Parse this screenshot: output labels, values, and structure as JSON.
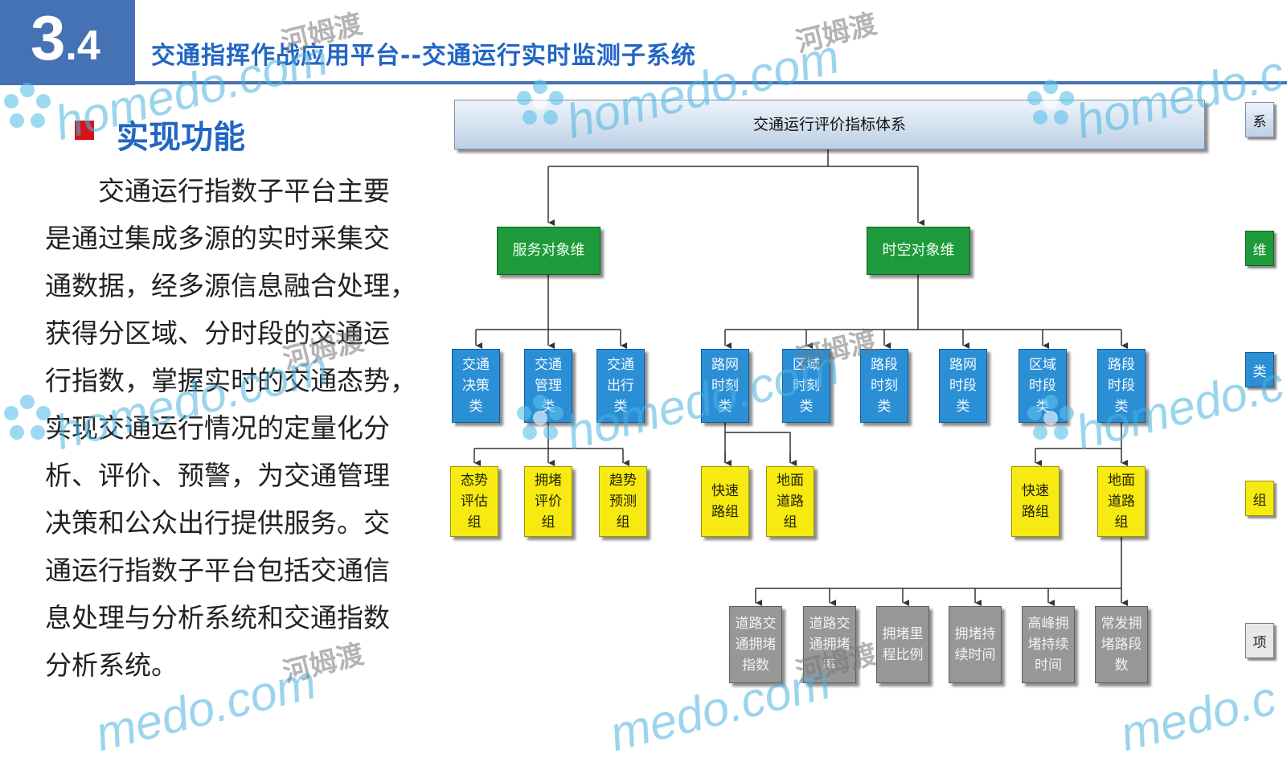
{
  "header": {
    "section_number_major": "3",
    "section_number_minor": ".4",
    "title": "交通指挥作战应用平台--交通运行实时监测子系统"
  },
  "section": {
    "title": "实现功能"
  },
  "body_lines": [
    "　　交通运行指数子平台主要",
    "是通过集成多源的实时采集交",
    "通数据，经多源信息融合处理，",
    "获得分区域、分时段的交通运",
    "行指数，掌握实时的交通态势，",
    "实现交通运行情况的定量化分",
    "析、评价、预警，为交通管理",
    "决策和公众出行提供服务。交",
    "通运行指数子平台包括交通信",
    "息处理与分析系统和交通指数",
    "分析系统。"
  ],
  "diagram": {
    "root": "交通运行评价指标体系",
    "dimensions": {
      "service": "服务对象维",
      "spacetime": "时空对象维"
    },
    "categories": {
      "decision": [
        "交通",
        "决策",
        "类"
      ],
      "management": [
        "交通",
        "管理",
        "类"
      ],
      "travel": [
        "交通",
        "出行",
        "类"
      ],
      "net_moment": [
        "路网",
        "时刻",
        "类"
      ],
      "region_moment": [
        "区域",
        "时刻",
        "类"
      ],
      "link_moment": [
        "路段",
        "时刻",
        "类"
      ],
      "net_period": [
        "路网",
        "时段",
        "类"
      ],
      "region_period": [
        "区域",
        "时段",
        "类"
      ],
      "link_period": [
        "路段",
        "时段",
        "类"
      ]
    },
    "groups": {
      "trend_eval": [
        "态势",
        "评估",
        "组"
      ],
      "congestion_eval": [
        "拥堵",
        "评价",
        "组"
      ],
      "trend_forecast": [
        "趋势",
        "预测",
        "组"
      ],
      "express_a": [
        "快速",
        "路组"
      ],
      "ground_a": [
        "地面",
        "道路",
        "组"
      ],
      "express_b": [
        "快速",
        "路组"
      ],
      "ground_b": [
        "地面",
        "道路",
        "组"
      ]
    },
    "items": {
      "road_index": [
        "道路交",
        "通拥堵",
        "指数"
      ],
      "road_ratio": [
        "道路交",
        "通拥堵",
        "率"
      ],
      "mileage_ratio": [
        "拥堵里",
        "程比例"
      ],
      "duration": [
        "拥堵持",
        "续时间"
      ],
      "peak_duration": [
        "高峰拥",
        "堵持续",
        "时间"
      ],
      "frequent_links": [
        "常发拥",
        "堵路段",
        "数"
      ]
    },
    "legend": {
      "system": "系",
      "dimension": "维",
      "category": "类",
      "group": "组",
      "item": "项"
    }
  },
  "watermarks": {
    "latin": "homedo.com",
    "latin_short": "homedo.c",
    "latin_tail": "medo.com",
    "latin_tail_short": "medo.c",
    "chinese": "河姆渡"
  },
  "colors": {
    "accent_blue": "#4472b4",
    "title_blue": "#2266c4",
    "bullet_red": "#d0141a",
    "dimension_green": "#1e9a3a",
    "category_blue": "#2b8fd6",
    "group_yellow": "#f6ea12",
    "item_gray": "#979797"
  }
}
